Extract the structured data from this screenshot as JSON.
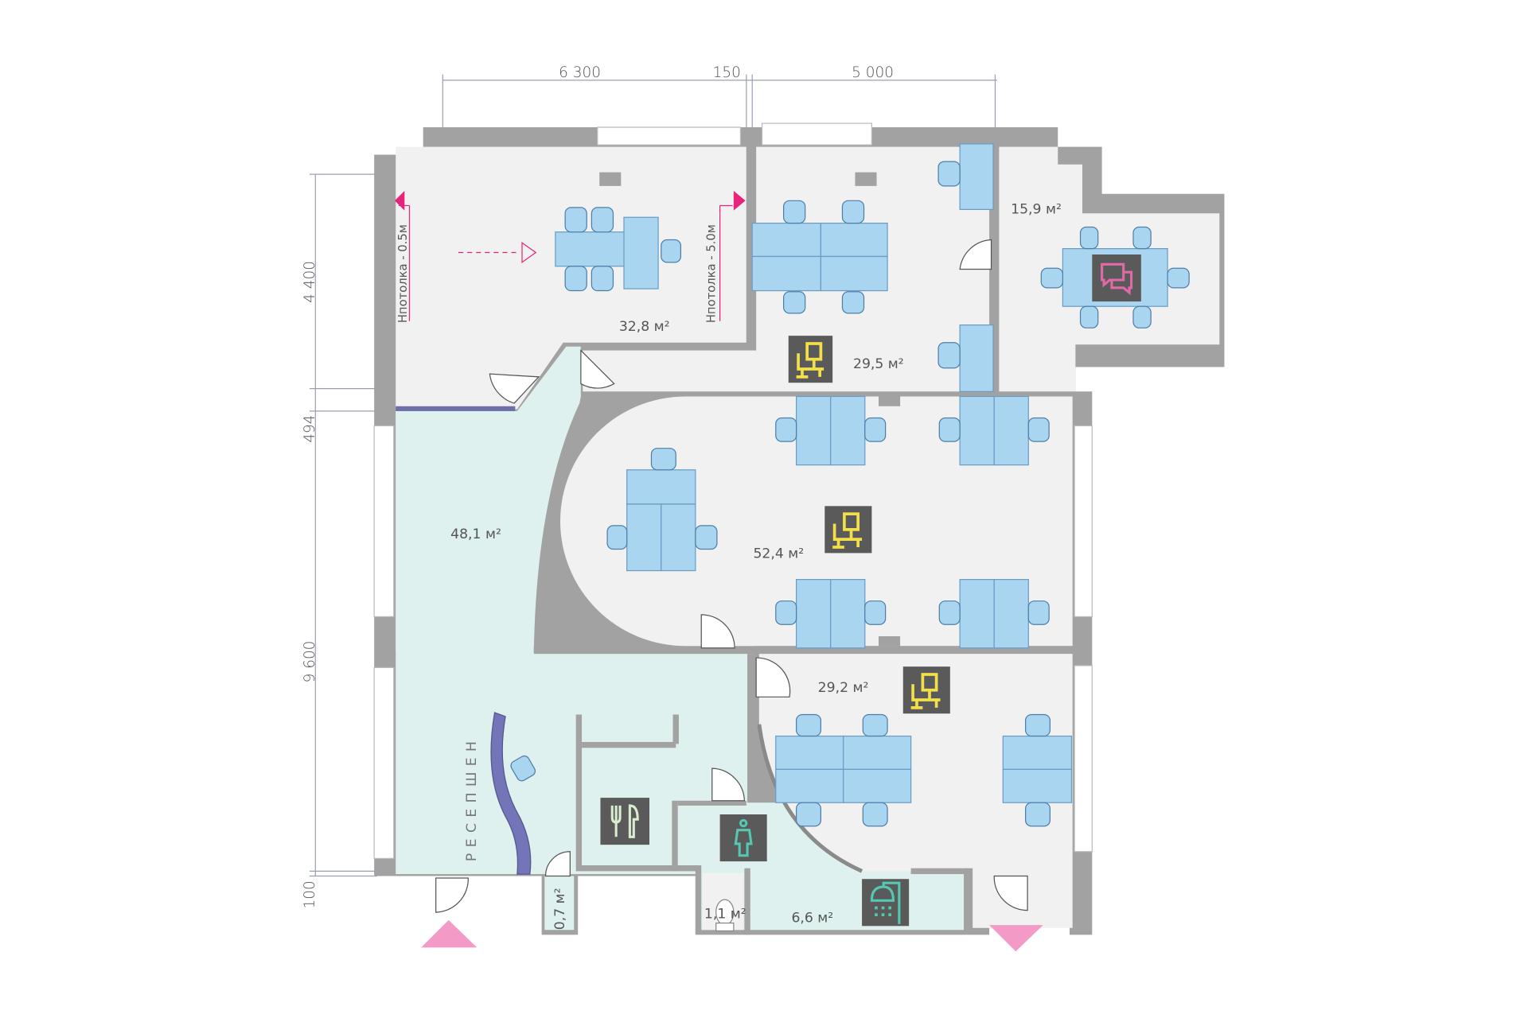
{
  "dimensions": {
    "top": [
      "6 300",
      "150",
      "5 000"
    ],
    "left": [
      "4 400",
      "494",
      "9 600",
      "100"
    ]
  },
  "rooms": {
    "meeting_room_area": "32,8 м²",
    "office_north_area": "29,5 м²",
    "lounge_area": "15,9 м²",
    "openspace_area": "52,4 м²",
    "reception_hall_area": "48,1 м²",
    "office_south_area": "29,2 м²",
    "closet_area": "0,7 м²",
    "wc_area": "1,1 м²",
    "bath_area": "6,6 м²"
  },
  "labels": {
    "reception": "РЕСЕПШЕН",
    "ceiling_low": "Hпотолка - 0.5м",
    "ceiling_high": "Hпотолка - 5.0м"
  },
  "icons": [
    "workstation-icon",
    "chat-icon",
    "kitchen-icon",
    "toilet-icon",
    "shower-icon",
    "entrance-arrow",
    "exit-arrow"
  ],
  "colors": {
    "wall": "#a2a2a2",
    "floor": "#f1f1f1",
    "reception_floor": "#def1ee",
    "furniture": "#a9d5f0",
    "accent_pink": "#e8237a",
    "entrance": "#f49ac6",
    "workstation_icon": "#f2e04a",
    "reception_desk": "#7474b8"
  }
}
